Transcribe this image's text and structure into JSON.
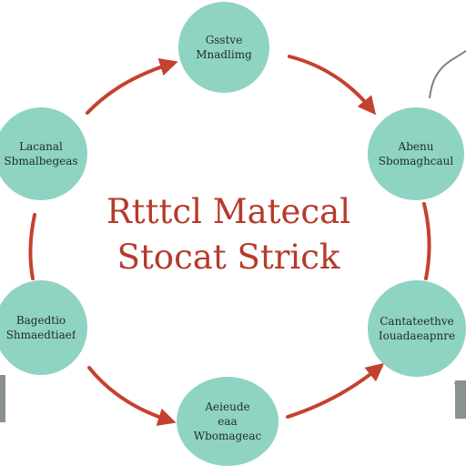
{
  "title": {
    "line1": "Rtttcl Matecal",
    "line2": "Stocat Strick"
  },
  "nodes": {
    "top": {
      "line1": "Gsstve",
      "line2": "Mnadlimg"
    },
    "left": {
      "line1": "Lacanal",
      "line2": "Sbmalbegeas"
    },
    "right": {
      "line1": "Abenu",
      "line2": "Sbomaghcaul"
    },
    "bottom_left": {
      "line1": "Bagedtio",
      "line2": "Shmaedtiaef"
    },
    "bottom_right": {
      "line1": "Cantateethve",
      "line2": "Iouadaeapnre"
    },
    "bottom": {
      "line1": "Aeieude",
      "line2": "eaa",
      "line3": "Wbomageac"
    }
  },
  "colors": {
    "node_fill": "#8fd3c3",
    "arrow": "#c5412f",
    "title": "#b63a2b",
    "node_text": "#1f2a2c"
  }
}
